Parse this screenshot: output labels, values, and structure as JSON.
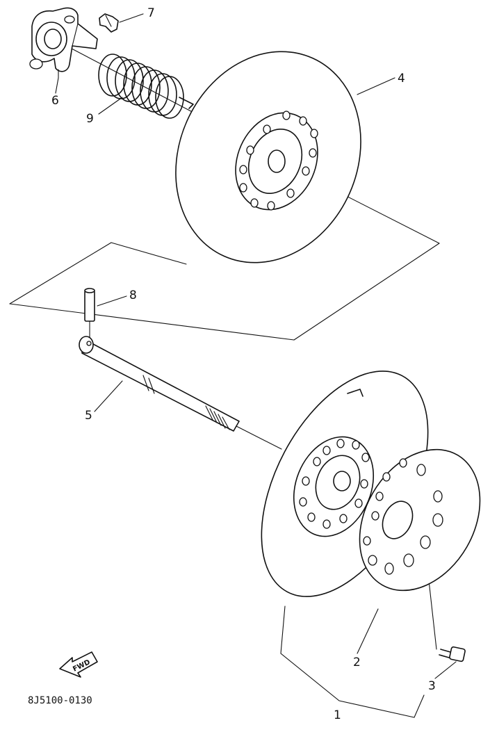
{
  "callouts": {
    "c1": "1",
    "c2": "2",
    "c3": "3",
    "c4": "4",
    "c5": "5",
    "c6": "6",
    "c7": "7",
    "c8": "8",
    "c9": "9"
  },
  "direction_marker": "FWD",
  "diagram_code": "8J5100-0130"
}
